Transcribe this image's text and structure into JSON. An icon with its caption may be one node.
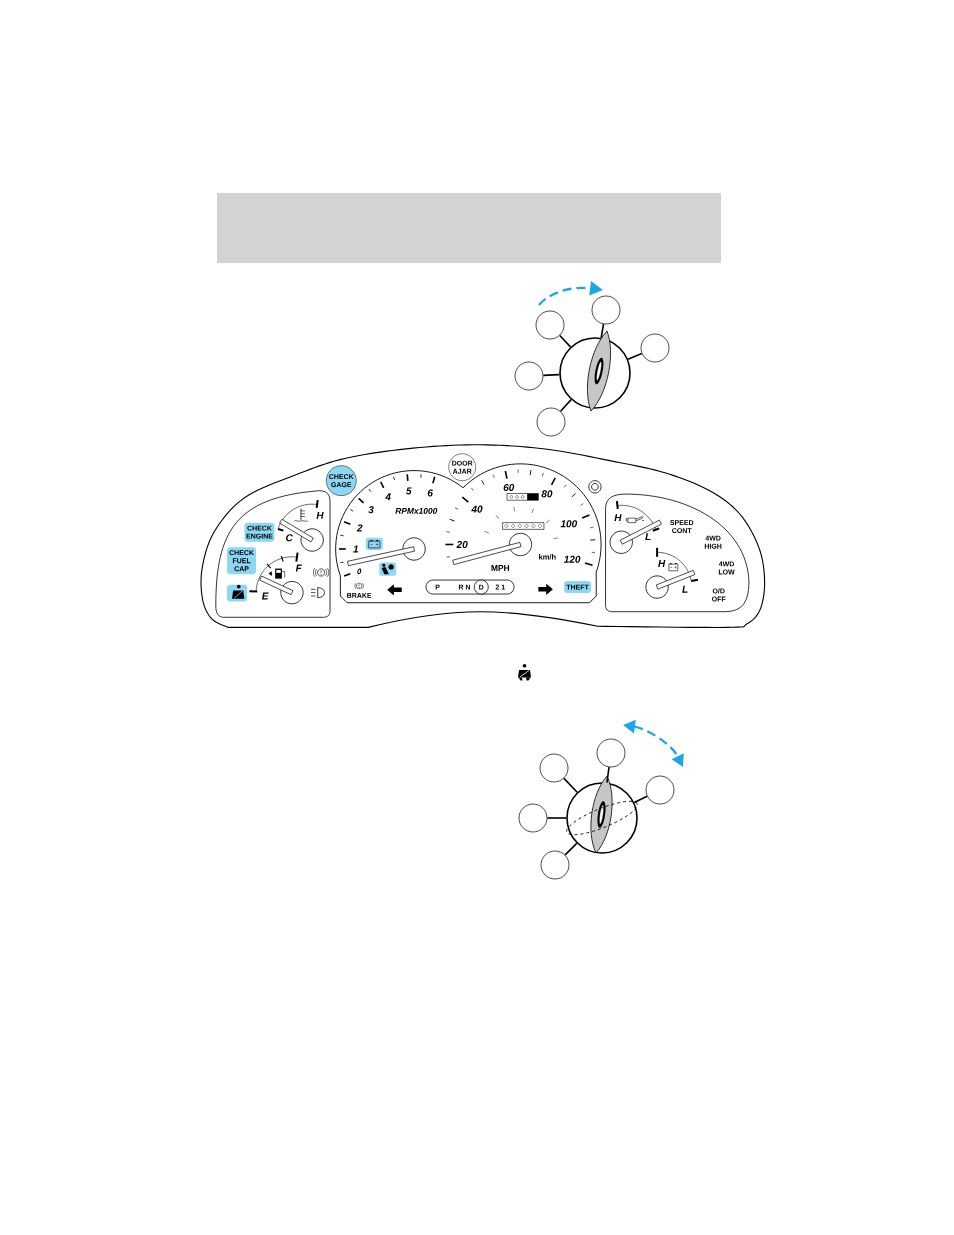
{
  "diagram": {
    "nodes": [
      {
        "text": [],
        "shape": "circle"
      },
      {
        "text": [],
        "shape": "circle"
      },
      {
        "text": [],
        "shape": "circle"
      },
      {
        "text": [],
        "shape": "circle"
      },
      {
        "text": [],
        "shape": "circle"
      },
      {
        "text": [],
        "shape": "picture"
      },
      {
        "text": [
          "CHECK GAGE"
        ]
      },
      {
        "text": [
          "DOOR AJAR"
        ]
      },
      {
        "text": [
          "CHECK ENGINE"
        ]
      },
      {
        "text": [
          "CHECK FUEL CAP"
        ]
      },
      {
        "text": [
          "P",
          "R N",
          "2 1"
        ]
      },
      {
        "text": [
          "D"
        ],
        "in": 10
      },
      {
        "text": [
          "THEFT"
        ]
      },
      {
        "text": [],
        "shape": "circle"
      },
      {
        "text": [],
        "shape": "circle"
      },
      {
        "text": [],
        "shape": "circle"
      },
      {
        "text": [],
        "shape": "circle"
      },
      {
        "text": [],
        "shape": "circle"
      },
      {
        "text": [],
        "shape": "picture"
      }
    ],
    "edges": [
      {
        "from": 0,
        "to": 5,
        "arrow": "none"
      },
      {
        "from": 1,
        "to": 5,
        "arrow": "none"
      },
      {
        "from": 2,
        "to": 5,
        "arrow": "none"
      },
      {
        "from": 3,
        "to": 5,
        "arrow": "none"
      },
      {
        "from": 4,
        "to": 5,
        "arrow": "none"
      },
      {
        "from": 13,
        "to": 18,
        "arrow": "none"
      },
      {
        "from": 14,
        "to": 18,
        "arrow": "none"
      },
      {
        "from": 15,
        "to": 18,
        "arrow": "none"
      },
      {
        "from": 16,
        "to": 18,
        "arrow": "none"
      },
      {
        "from": 17,
        "to": 18,
        "arrow": "none"
      }
    ],
    "labels": [
      "H",
      "C",
      "F",
      "E",
      "0",
      "1",
      "2",
      "3",
      "4",
      "5",
      "6",
      "RPMx1000",
      "BRAKE",
      "20",
      "40",
      "60",
      "80",
      "100",
      "120",
      "MPH",
      "km/h",
      "H",
      "L",
      "SPEED CONT",
      "4WD HIGH",
      "H",
      "L",
      "4WD LOW",
      "O/D OFF"
    ]
  }
}
